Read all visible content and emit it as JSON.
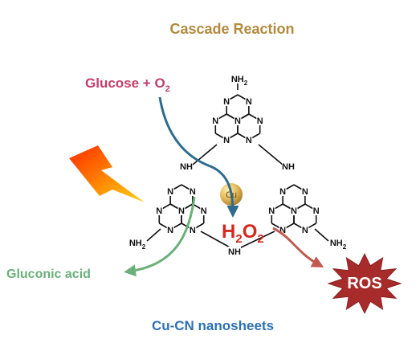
{
  "title": "Cascade Reaction",
  "substrate": {
    "text": "Glucose + O",
    "sub": "2"
  },
  "product": "Gluconic acid",
  "intermediate": {
    "main": "H",
    "sub1": "2",
    "mid": "O",
    "sub2": "2"
  },
  "ros": "ROS",
  "metal": "Cu",
  "caption": "Cu-CN nanosheets",
  "atoms": {
    "nitrogen": "N",
    "amine": "NH",
    "amino_group": {
      "main": "NH",
      "sub": "2"
    }
  },
  "colors": {
    "title": "#b38a3d",
    "substrate": "#c0406a",
    "product": "#6bb07a",
    "intermediate": "#d42a1f",
    "ros_burst": "#a82b2b",
    "caption": "#2f72b0",
    "arrow_blue": "#2d6b8f",
    "arrow_green": "#6bb07a",
    "arrow_red": "#c05a50"
  },
  "icons": [
    "lightning-icon",
    "ros-burst-icon",
    "cu-atom-icon"
  ]
}
